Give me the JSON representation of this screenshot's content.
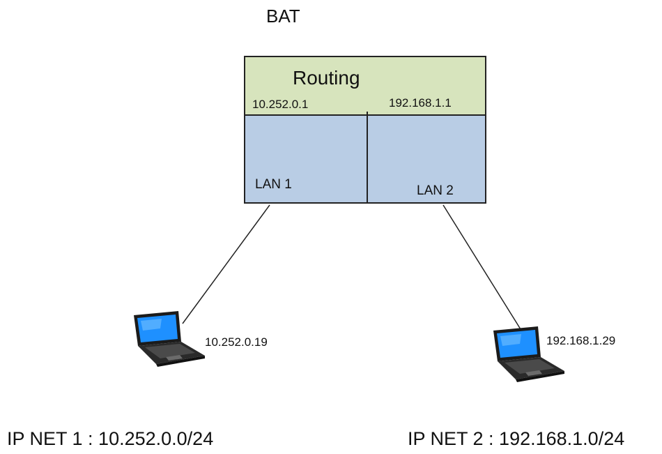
{
  "device": {
    "title": "BAT",
    "routing_label": "Routing",
    "interfaces": {
      "left_ip": "10.252.0.1",
      "right_ip": "192.168.1.1"
    },
    "lans": {
      "left_label": "LAN 1",
      "right_label": "LAN 2"
    }
  },
  "hosts": {
    "left_ip": "10.252.0.19",
    "right_ip": "192.168.1.29"
  },
  "networks": {
    "left_label": "IP NET 1 : 10.252.0.0/24",
    "right_label": "IP NET 2 : 192.168.1.0/24"
  },
  "icons": {
    "host_icon": "laptop-icon"
  },
  "colors": {
    "routing_fill": "#d7e4bd",
    "lan_fill": "#b9cde5",
    "outline": "#222222",
    "screen": "#1e90ff"
  }
}
